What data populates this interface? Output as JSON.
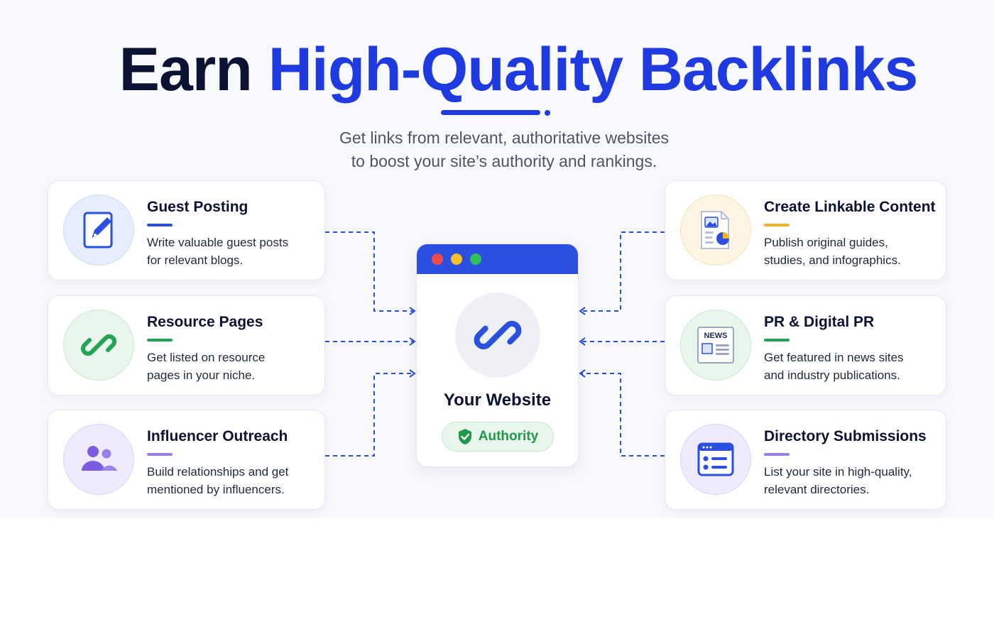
{
  "header": {
    "title_part1": "Earn",
    "title_part2": "High-Quality Backlinks",
    "subtitle_line1": "Get links from relevant, authoritative websites",
    "subtitle_line2": "to boost your site’s authority and rankings."
  },
  "center": {
    "label": "Your Website",
    "badge": "Authority",
    "icon": "chain-link-icon"
  },
  "strategies_left": [
    {
      "title": "Guest Posting",
      "desc_line1": "Write valuable guest posts",
      "desc_line2": "for relevant blogs.",
      "icon": "pen-document-icon",
      "accent": "#2b50e0"
    },
    {
      "title": "Resource Pages",
      "desc_line1": "Get listed on resource",
      "desc_line2": "pages in your niche.",
      "icon": "chain-link-icon",
      "accent": "#22a455"
    },
    {
      "title": "Influencer Outreach",
      "desc_line1": "Build relationships and get",
      "desc_line2": "mentioned by influencers.",
      "icon": "people-icon",
      "accent": "#7b5ce0"
    }
  ],
  "strategies_right": [
    {
      "title": "Create Linkable Content",
      "desc_line1": "Publish original guides,",
      "desc_line2": "studies, and infographics.",
      "icon": "infographic-document-icon",
      "accent": "#f0b429"
    },
    {
      "title": "PR & Digital PR",
      "desc_line1": "Get featured in news sites",
      "desc_line2": "and industry publications.",
      "icon": "newspaper-icon",
      "news_label": "NEWS",
      "accent": "#22a455"
    },
    {
      "title": "Directory Submissions",
      "desc_line1": "List your site in high-quality,",
      "desc_line2": "relevant directories.",
      "icon": "directory-list-icon",
      "accent": "#7b5ce0"
    }
  ],
  "colors": {
    "brand_blue": "#1f3ae0",
    "dark_navy": "#0c1233",
    "authority_green": "#1e9a4a",
    "browser_bar": "#2b50e0"
  }
}
